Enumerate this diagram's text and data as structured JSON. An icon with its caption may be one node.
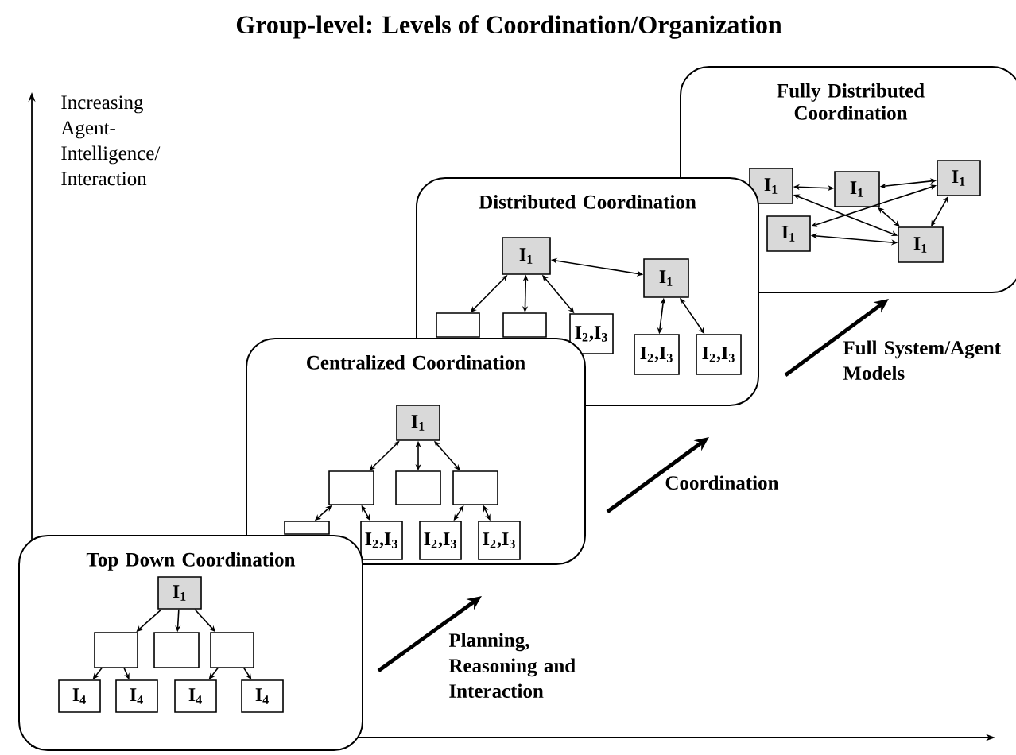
{
  "diagram": {
    "title": "Group-level: Levels of Coordination/Organization",
    "nodes": [
      {
        "text": [
          "Fully Distributed Coordination"
        ]
      },
      {
        "text": [
          "I$_{1}$"
        ],
        "in": 0
      },
      {
        "text": [
          "I$_{1}$"
        ],
        "in": 0
      },
      {
        "text": [
          "I$_{1}$"
        ],
        "in": 0
      },
      {
        "text": [
          "I$_{1}$"
        ],
        "in": 0
      },
      {
        "text": [
          "I$_{1}$"
        ],
        "in": 0
      },
      {
        "text": [
          "Distributed Coordination"
        ]
      },
      {
        "text": [
          "I$_{1}$"
        ],
        "in": 6
      },
      {
        "text": [
          "I$_{1}$"
        ],
        "in": 6
      },
      {
        "text": [],
        "shape": "box",
        "in": 6
      },
      {
        "text": [],
        "shape": "box",
        "in": 6
      },
      {
        "text": [
          "I$_{2}$,I$_{3}$"
        ],
        "in": 6
      },
      {
        "text": [
          "I$_{2}$,I$_{3}$"
        ],
        "in": 6
      },
      {
        "text": [
          "I$_{2}$,I$_{3}$"
        ],
        "in": 6
      },
      {
        "text": [
          "Centralized Coordination"
        ]
      },
      {
        "text": [
          "I$_{1}$"
        ],
        "in": 14
      },
      {
        "text": [],
        "shape": "box",
        "in": 14
      },
      {
        "text": [],
        "shape": "box",
        "in": 14
      },
      {
        "text": [],
        "shape": "box",
        "in": 14
      },
      {
        "text": [],
        "shape": "box",
        "in": 14
      },
      {
        "text": [
          "I$_{2}$,I$_{3}$"
        ],
        "in": 14
      },
      {
        "text": [
          "I$_{2}$,I$_{3}$"
        ],
        "in": 14
      },
      {
        "text": [
          "I$_{2}$,I$_{3}$"
        ],
        "in": 14
      },
      {
        "text": [
          "Top Down Coordination"
        ]
      },
      {
        "text": [
          "I$_{1}$"
        ],
        "in": 23
      },
      {
        "text": [],
        "shape": "box",
        "in": 23
      },
      {
        "text": [],
        "shape": "box",
        "in": 23
      },
      {
        "text": [],
        "shape": "box",
        "in": 23
      },
      {
        "text": [
          "I$_{4}$"
        ],
        "in": 23
      },
      {
        "text": [
          "I$_{4}$"
        ],
        "in": 23
      },
      {
        "text": [
          "I$_{4}$"
        ],
        "in": 23
      },
      {
        "text": [
          "I$_{4}$"
        ],
        "in": 23
      }
    ],
    "edges": [
      {
        "from": 1,
        "to": 2,
        "arrow": "both"
      },
      {
        "from": 2,
        "to": 3,
        "arrow": "both"
      },
      {
        "from": 1,
        "to": 5,
        "arrow": "both"
      },
      {
        "from": 4,
        "to": 3,
        "arrow": "both"
      },
      {
        "from": 4,
        "to": 5,
        "arrow": "both"
      },
      {
        "from": 2,
        "to": 5,
        "arrow": "both"
      },
      {
        "from": 3,
        "to": 5,
        "arrow": "both"
      },
      {
        "from": 7,
        "to": 8,
        "arrow": "both"
      },
      {
        "from": 7,
        "to": 9,
        "arrow": "both"
      },
      {
        "from": 7,
        "to": 10,
        "arrow": "both"
      },
      {
        "from": 7,
        "to": 11,
        "arrow": "both"
      },
      {
        "from": 8,
        "to": 12,
        "arrow": "both"
      },
      {
        "from": 8,
        "to": 13,
        "arrow": "both"
      },
      {
        "from": 15,
        "to": 16,
        "arrow": "both"
      },
      {
        "from": 15,
        "to": 17,
        "arrow": "both"
      },
      {
        "from": 15,
        "to": 18,
        "arrow": "both"
      },
      {
        "from": 16,
        "to": 19,
        "arrow": "both"
      },
      {
        "from": 16,
        "to": 20,
        "arrow": "both"
      },
      {
        "from": 18,
        "to": 21,
        "arrow": "both"
      },
      {
        "from": 18,
        "to": 22,
        "arrow": "both"
      },
      {
        "from": 24,
        "to": 25,
        "arrow": "to"
      },
      {
        "from": 24,
        "to": 26,
        "arrow": "to"
      },
      {
        "from": 24,
        "to": 27,
        "arrow": "to"
      },
      {
        "from": 25,
        "to": 28,
        "arrow": "to"
      },
      {
        "from": 25,
        "to": 29,
        "arrow": "to"
      },
      {
        "from": 27,
        "to": 30,
        "arrow": "to"
      },
      {
        "from": 27,
        "to": 31,
        "arrow": "to"
      }
    ],
    "labels": [
      "Increasing Agent- Intelligence/ Interaction",
      "Planning, Reasoning and Interaction",
      "Coordination",
      "Full System/Agent Models"
    ]
  }
}
